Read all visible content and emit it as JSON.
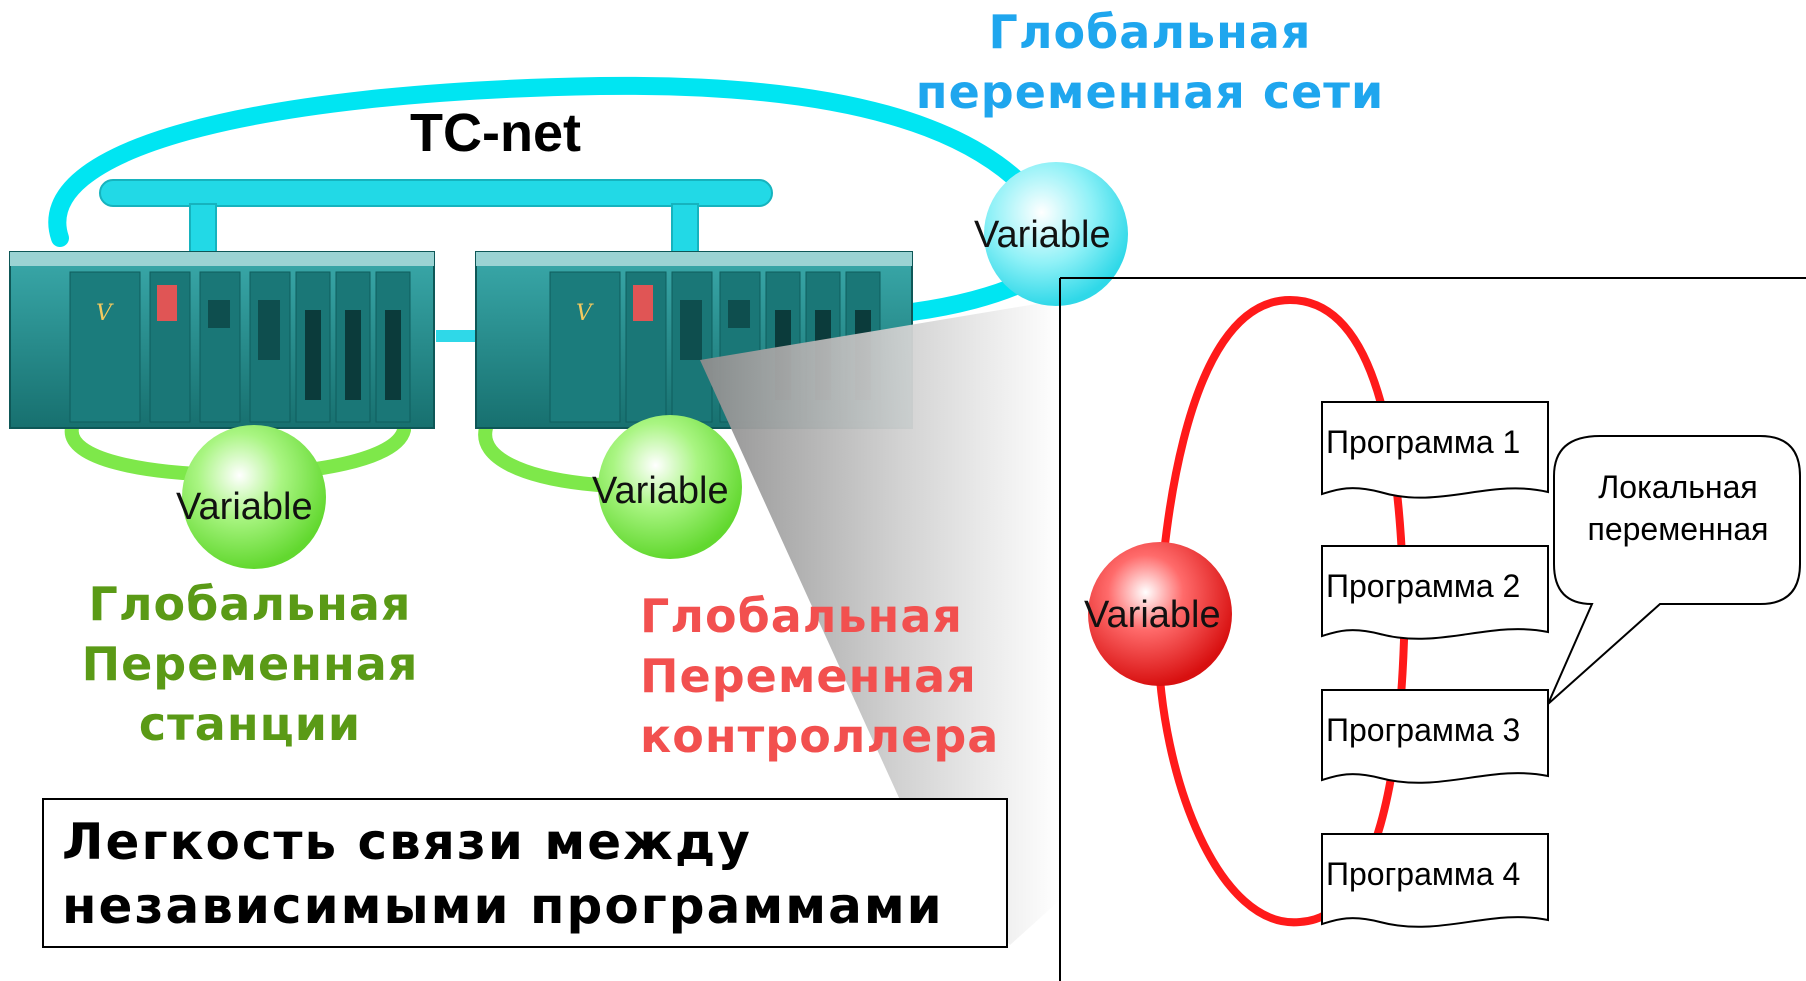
{
  "network": {
    "name": "TC-net",
    "global_label_line1": "Глобальная",
    "global_label_line2": "переменная сети"
  },
  "variables": {
    "network_variable": "Variable",
    "station_variable": "Variable",
    "controller_variable": "Variable",
    "program_variable": "Variable"
  },
  "station": {
    "line1": "Глобальная",
    "line2": "Переменная",
    "line3": "станции"
  },
  "controller": {
    "line1": "Глобальная",
    "line2": "Переменная",
    "line3": "контроллера"
  },
  "programs": [
    "Программа 1",
    "Программа 2",
    "Программа 3",
    "Программа 4"
  ],
  "callout": {
    "line1": "Локальная",
    "line2": "переменная"
  },
  "summary": {
    "line1": "Легкость связи между",
    "line2": "независимыми программами"
  },
  "colors": {
    "network": "#00e5f2",
    "station": "#7ee84a",
    "controller": "#ff1a1a",
    "plc_body": "#1e8a8a",
    "heading_blue": "#1fa6ee",
    "heading_green": "#5a9a16",
    "heading_red": "#f2504f"
  }
}
